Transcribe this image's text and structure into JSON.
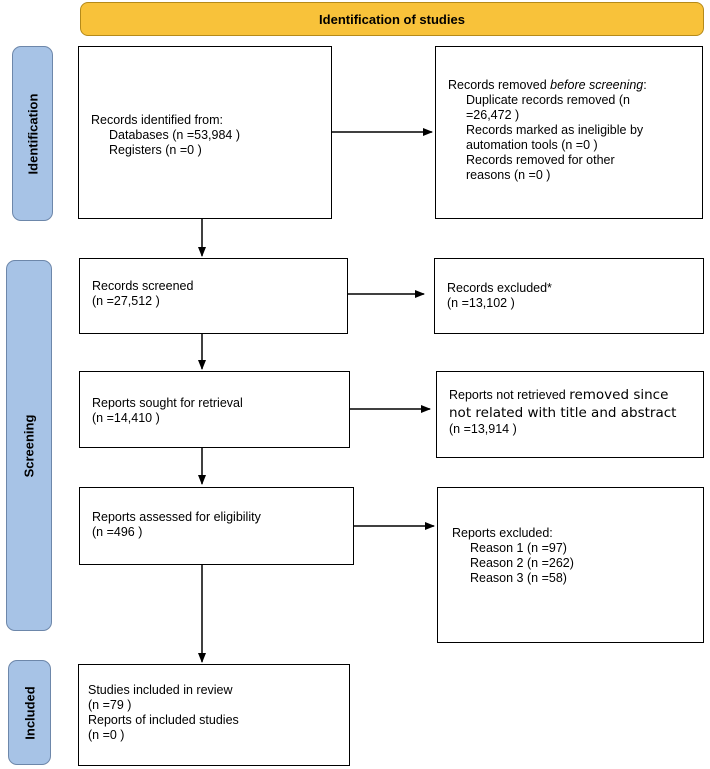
{
  "header": {
    "title": "Identification of studies"
  },
  "phases": {
    "identification": "Identification",
    "screening": "Screening",
    "included": "Included"
  },
  "boxes": {
    "identified": {
      "title": "Records identified from:",
      "databases": "Databases (n =53,984 )",
      "registers": "Registers (n =0 )"
    },
    "removed": {
      "title_prefix": "Records removed ",
      "title_italic": "before screening",
      "title_suffix": ":",
      "duplicates_1": "Duplicate records removed  (n",
      "duplicates_2": "=26,472 )",
      "ineligible_1": "Records marked as ineligible by",
      "ineligible_2": "automation tools (n =0 )",
      "other_1": "Records removed for other",
      "other_2": "reasons (n =0 )"
    },
    "screened": {
      "title": "Records screened",
      "count": "(n =27,512 )"
    },
    "excluded": {
      "title": "Records excluded*",
      "count": "(n =13,102 )"
    },
    "sought": {
      "title": "Reports sought for retrieval",
      "count": "(n =14,410 )"
    },
    "not_retrieved": {
      "title_prefix": "Reports not retrieved ",
      "title_big_1": "removed since",
      "title_big_2": "not related with title and abstract",
      "count": "(n =13,914 )"
    },
    "assessed": {
      "title": "Reports assessed for eligibility",
      "count": "(n =496 )"
    },
    "reports_excluded": {
      "title": "Reports excluded:",
      "reason1": "Reason 1 (n =97)",
      "reason2": "Reason 2 (n =262)",
      "reason3": "Reason 3 (n =58)"
    },
    "included": {
      "studies": "Studies included in review",
      "studies_count": "(n =79 )",
      "reports": "Reports of included studies",
      "reports_count": "(n =0 )"
    }
  },
  "colors": {
    "header_fill": "#f8c23a",
    "phase_fill": "#a7c3e6",
    "border": "#000000"
  }
}
